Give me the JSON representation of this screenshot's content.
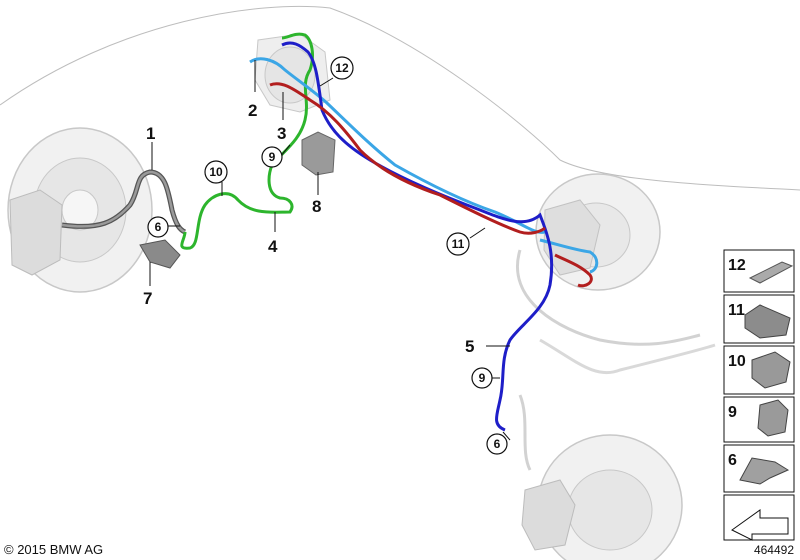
{
  "callouts": {
    "c1": "1",
    "c2": "2",
    "c3": "3",
    "c4": "4",
    "c5": "5",
    "c7": "7",
    "c8": "8"
  },
  "circled": {
    "c6a": "6",
    "c6b": "6",
    "c9a": "9",
    "c9b": "9",
    "c10": "10",
    "c11": "11",
    "c12": "12"
  },
  "legend": [
    "12",
    "11",
    "10",
    "9",
    "6"
  ],
  "footer": {
    "copyright": "© 2015 BMW AG",
    "diagram_id": "464492"
  },
  "colors": {
    "green": "#2db52d",
    "light_blue": "#3ba6e6",
    "dark_blue": "#1e1ec8",
    "red": "#b21e1e",
    "gray": "#cfcfcf"
  }
}
